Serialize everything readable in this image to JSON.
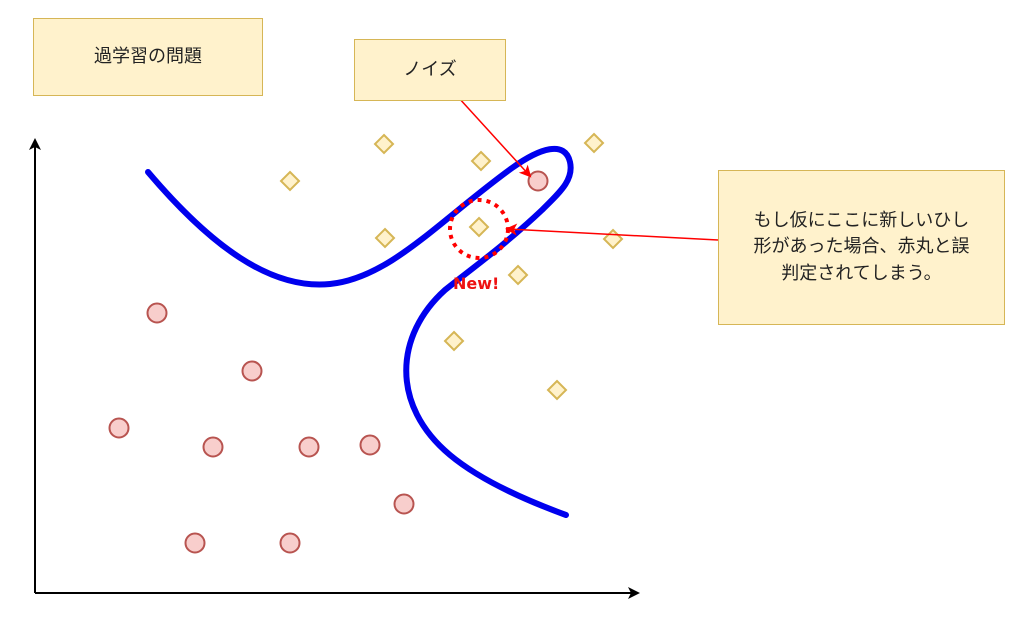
{
  "title": "過学習の問題",
  "noise_label": "ノイズ",
  "new_label": "New!",
  "explanation_lines": [
    "もし仮にここに新しいひし",
    "形があった場合、赤丸と誤",
    "判定されてしまう。"
  ],
  "colors": {
    "note_fill": "#fff2cc",
    "note_border": "#d6b656",
    "boundary": "#0000ee",
    "circle_fill": "#f8cecc",
    "circle_stroke": "#b85450",
    "diamond_fill": "#fff2cc",
    "diamond_stroke": "#d6b656",
    "arrow": "#ff0000",
    "axis": "#000000"
  },
  "icons": {
    "class_a": "circle-marker",
    "class_b": "diamond-marker",
    "new_sample": "dotted-circle"
  }
}
